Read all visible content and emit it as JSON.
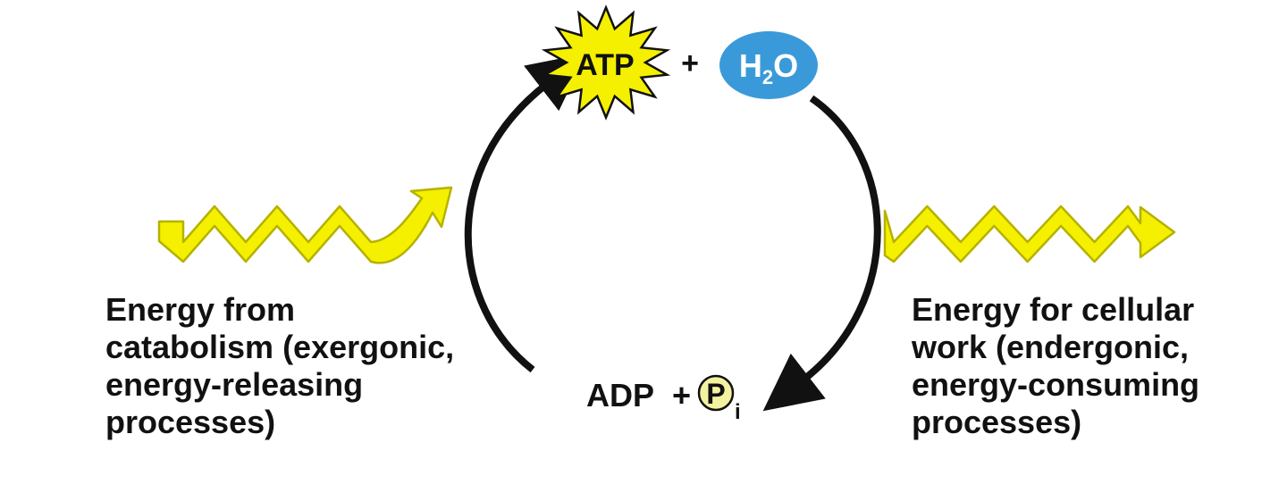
{
  "colors": {
    "energy_arrow": "#f5f000",
    "energy_arrow_outline": "#b5b200",
    "atp_star": "#f5f000",
    "water_oval": "#3a9ad9",
    "phosphate_circle": "#f3f2a0",
    "cycle_arrow": "#111111",
    "text": "#111111"
  },
  "atp": {
    "label": "ATP",
    "icon": "starburst-icon"
  },
  "plus_top": "+",
  "water": {
    "label": "H",
    "subscript": "2",
    "suffix": "O",
    "icon": "oval-icon"
  },
  "adp": {
    "label": "ADP",
    "plus": "+",
    "phosphate": "P",
    "phosphate_subscript": "i",
    "icon": "circle-icon"
  },
  "left_caption": {
    "lines": [
      "Energy from",
      "catabolism (exergonic,",
      "energy-releasing",
      "processes)"
    ]
  },
  "right_caption": {
    "lines": [
      "Energy for cellular",
      "work (endergonic,",
      "energy-consuming",
      "processes)"
    ]
  }
}
